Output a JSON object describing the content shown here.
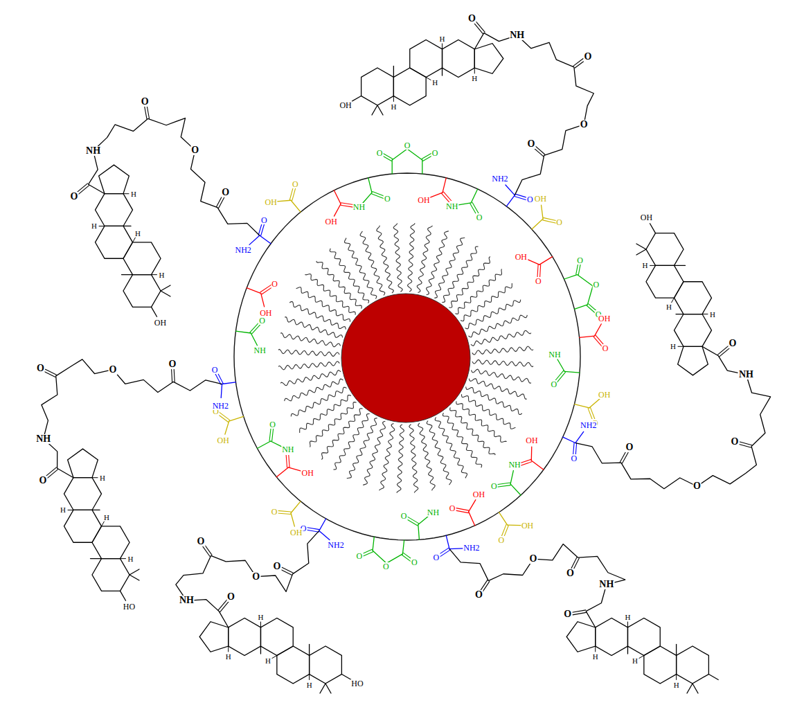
{
  "diagram": {
    "labels": [
      "O",
      "NH",
      "O",
      "OH",
      "O",
      "NH2",
      "O",
      "OH",
      "O",
      "OH",
      "O",
      "NH",
      "O",
      "O",
      "O",
      "O",
      "OH",
      "O",
      "NH",
      "O",
      "NH2",
      "O",
      "OH",
      "O",
      "OH",
      "O",
      "O",
      "O",
      "O",
      "OH",
      "O",
      "NH",
      "O",
      "OH",
      "O",
      "NH2",
      "O",
      "OH",
      "O",
      "NH",
      "O",
      "OH",
      "O",
      "OH",
      "O",
      "NH2",
      "O",
      "NH",
      "O",
      "O",
      "O",
      "O",
      "NH2",
      "O",
      "OH",
      "O",
      "OH",
      "O",
      "NH",
      "O",
      "OH",
      "O",
      "NH2",
      "OH",
      "H",
      "H",
      "H",
      "H",
      "O",
      "NH",
      "O",
      "O",
      "O",
      "OH",
      "H",
      "H",
      "H",
      "H",
      "O",
      "NH",
      "O",
      "O",
      "O",
      "OH",
      "H",
      "H",
      "H",
      "H",
      "O",
      "NH",
      "O",
      "O",
      "O",
      "HO",
      "H",
      "H",
      "H",
      "H",
      "O",
      "NH",
      "O",
      "O",
      "O",
      "HO",
      "H",
      "H",
      "H",
      "H",
      "O",
      "NH",
      "O",
      "O",
      "O",
      "H",
      "H",
      "H",
      "H",
      "O",
      "NH",
      "O",
      "O",
      "O"
    ]
  }
}
